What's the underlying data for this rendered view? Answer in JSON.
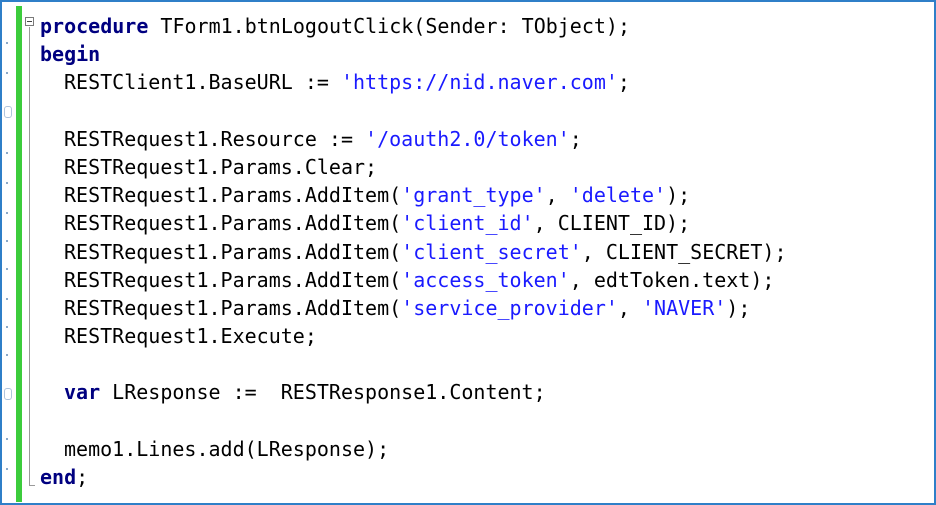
{
  "editor": {
    "lines": [
      [
        {
          "t": "kw",
          "v": "procedure"
        },
        {
          "t": "plain",
          "v": " TForm1.btnLogoutClick(Sender: TObject);"
        }
      ],
      [
        {
          "t": "kw",
          "v": "begin"
        }
      ],
      [
        {
          "t": "plain",
          "v": "RESTClient1.BaseURL := "
        },
        {
          "t": "str",
          "v": "'https://nid.naver.com'"
        },
        {
          "t": "plain",
          "v": ";"
        }
      ],
      [],
      [
        {
          "t": "plain",
          "v": "RESTRequest1.Resource := "
        },
        {
          "t": "str",
          "v": "'/oauth2.0/token'"
        },
        {
          "t": "plain",
          "v": ";"
        }
      ],
      [
        {
          "t": "plain",
          "v": "RESTRequest1.Params.Clear;"
        }
      ],
      [
        {
          "t": "plain",
          "v": "RESTRequest1.Params.AddItem("
        },
        {
          "t": "str",
          "v": "'grant_type'"
        },
        {
          "t": "plain",
          "v": ", "
        },
        {
          "t": "str",
          "v": "'delete'"
        },
        {
          "t": "plain",
          "v": ");"
        }
      ],
      [
        {
          "t": "plain",
          "v": "RESTRequest1.Params.AddItem("
        },
        {
          "t": "str",
          "v": "'client_id'"
        },
        {
          "t": "plain",
          "v": ", CLIENT_ID);"
        }
      ],
      [
        {
          "t": "plain",
          "v": "RESTRequest1.Params.AddItem("
        },
        {
          "t": "str",
          "v": "'client_secret'"
        },
        {
          "t": "plain",
          "v": ", CLIENT_SECRET);"
        }
      ],
      [
        {
          "t": "plain",
          "v": "RESTRequest1.Params.AddItem("
        },
        {
          "t": "str",
          "v": "'access_token'"
        },
        {
          "t": "plain",
          "v": ", edtToken.text);"
        }
      ],
      [
        {
          "t": "plain",
          "v": "RESTRequest1.Params.AddItem("
        },
        {
          "t": "str",
          "v": "'service_provider'"
        },
        {
          "t": "plain",
          "v": ", "
        },
        {
          "t": "str",
          "v": "'NAVER'"
        },
        {
          "t": "plain",
          "v": ");"
        }
      ],
      [
        {
          "t": "plain",
          "v": "RESTRequest1.Execute;"
        }
      ],
      [],
      [
        {
          "t": "kw",
          "v": "var"
        },
        {
          "t": "plain",
          "v": " LResponse :=  RESTResponse1.Content;"
        }
      ],
      [],
      [
        {
          "t": "plain",
          "v": "memo1.Lines.add(LResponse);"
        }
      ],
      [
        {
          "t": "kw",
          "v": "end"
        },
        {
          "t": "plain",
          "v": ";"
        }
      ]
    ],
    "indented_lines": [
      2,
      4,
      5,
      6,
      7,
      8,
      9,
      10,
      11,
      13,
      15
    ]
  },
  "colors": {
    "frame_border": "#2f7fc8",
    "change_bar": "#3ccc3c",
    "keyword": "#000080",
    "string": "#1a1aff"
  }
}
